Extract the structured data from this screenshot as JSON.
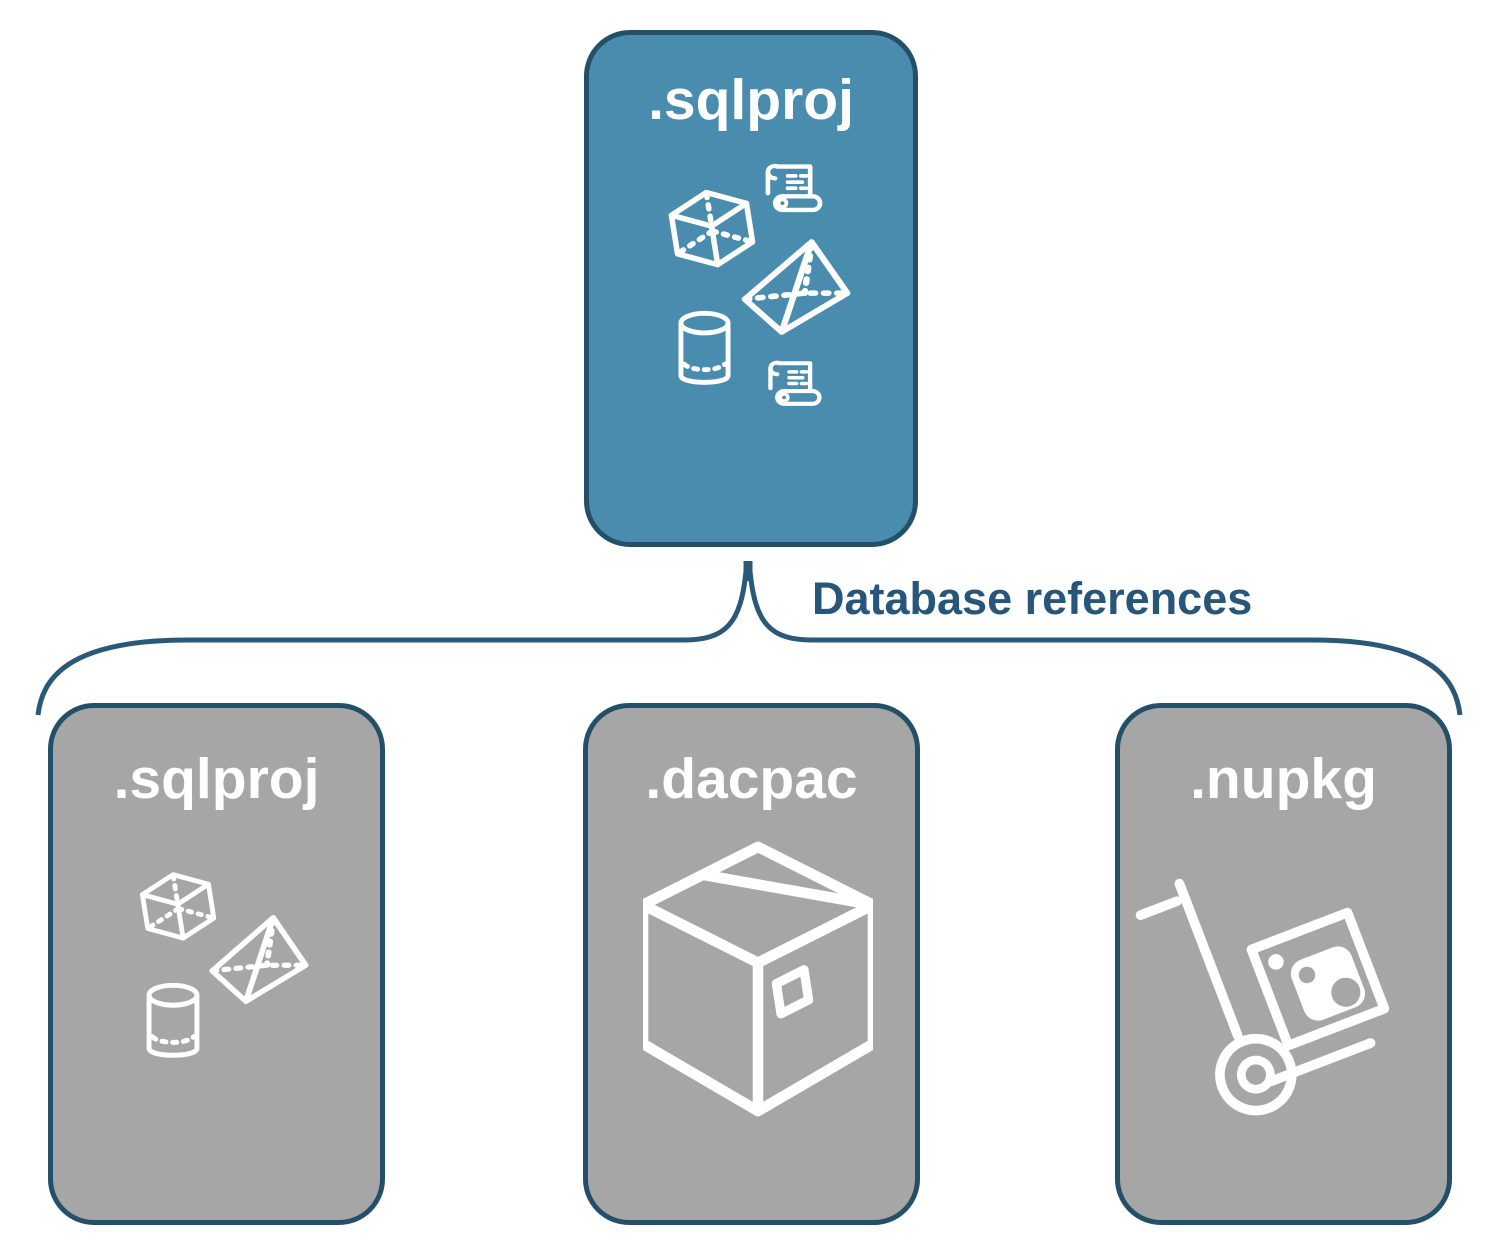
{
  "diagram": {
    "root_node": {
      "label": ".sqlproj",
      "fill_color": "#4a8cae",
      "icons": [
        "cube-icon",
        "scroll-icon",
        "pyramid-icon",
        "cylinder-icon",
        "scroll-icon"
      ]
    },
    "edge_label": "Database references",
    "child_nodes": [
      {
        "label": ".sqlproj",
        "fill_color": "#a6a6a6",
        "icons": [
          "cube-icon",
          "pyramid-icon",
          "cylinder-icon"
        ]
      },
      {
        "label": ".dacpac",
        "fill_color": "#a6a6a6",
        "icons": [
          "package-box-icon"
        ]
      },
      {
        "label": ".nupkg",
        "fill_color": "#a6a6a6",
        "icons": [
          "nuget-hand-truck-icon"
        ]
      }
    ],
    "colors": {
      "root_fill": "#4a8cae",
      "child_fill": "#a6a6a6",
      "node_border": "#234f68",
      "connector": "#2a5878",
      "node_label_text": "#ffffff",
      "edge_label_text": "#27567a",
      "icon_stroke": "#ffffff",
      "background": "#ffffff"
    }
  }
}
